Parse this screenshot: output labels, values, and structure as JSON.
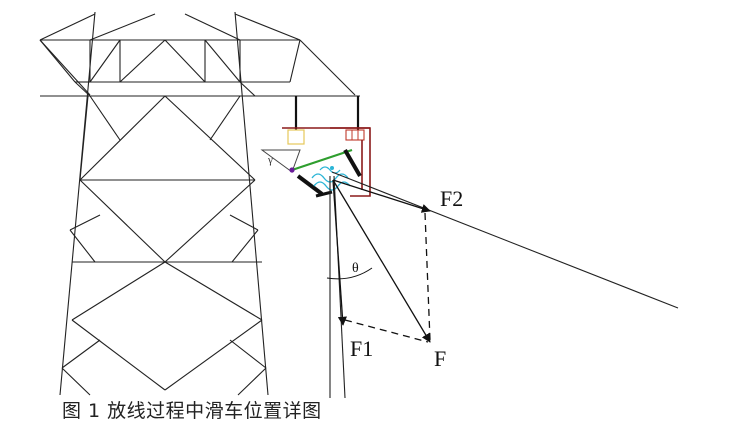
{
  "labels": {
    "f2": "F2",
    "f1": "F1",
    "f": "F",
    "theta": "θ",
    "gamma": "γ"
  },
  "caption": "图 1 放线过程中滑车位置详图",
  "colors": {
    "lines": "#222222",
    "bracket": "#8b1a1a",
    "brace": "#2e9e2e",
    "spring": "#2bb5d6",
    "yoke": "#e6c85a",
    "accent": "#c0392b"
  }
}
